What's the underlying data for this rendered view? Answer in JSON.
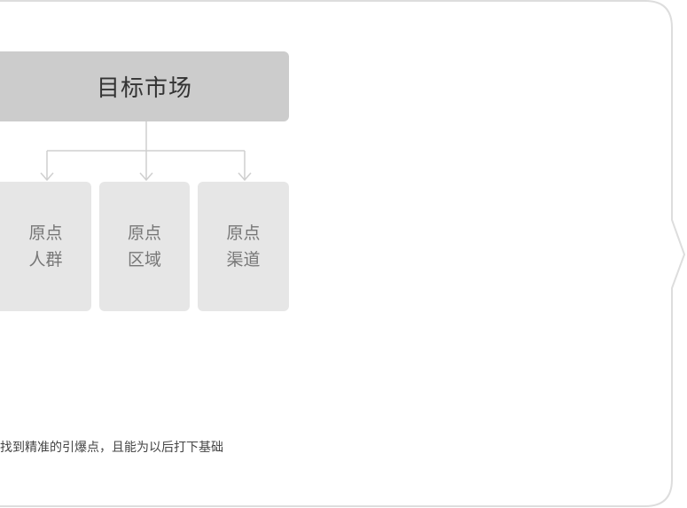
{
  "diagram": {
    "root": {
      "label": "目标市场"
    },
    "children": [
      {
        "label": "原点人群"
      },
      {
        "label": "原点区域"
      },
      {
        "label": "原点渠道"
      }
    ],
    "caption": "找到精准的引爆点，且能为以后打下基础"
  },
  "colors": {
    "root_fill": "#cccccc",
    "child_fill": "#e6e6e6",
    "connector": "#cfcfcf",
    "frame_border": "#dddddd"
  }
}
